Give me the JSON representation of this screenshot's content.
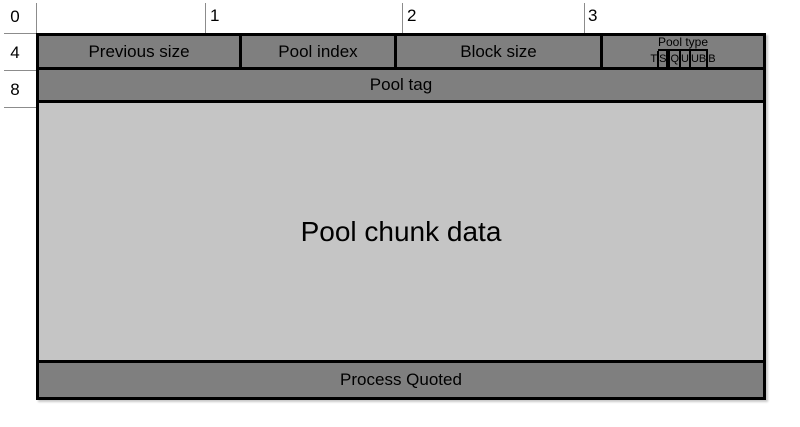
{
  "colors": {
    "header_fill": "#7f7f7f",
    "chunk_fill": "#c5c5c5",
    "border": "#000000",
    "ruler_line": "#8c8c8c",
    "background": "#ffffff"
  },
  "ruler": {
    "corner_label": "0",
    "column_labels": [
      "1",
      "2",
      "3"
    ],
    "row_labels": [
      "4",
      "8"
    ]
  },
  "header": {
    "cells": [
      {
        "label": "Previous size"
      },
      {
        "label": "Pool index"
      },
      {
        "label": "Block size"
      }
    ],
    "pool_type": {
      "label": "Pool type",
      "bits": [
        "T",
        "S",
        "",
        "Q",
        "U",
        "UB",
        "B"
      ]
    }
  },
  "rows": {
    "pool_tag": "Pool tag",
    "pool_chunk_data": "Pool chunk data",
    "process_quoted": "Process Quoted"
  }
}
